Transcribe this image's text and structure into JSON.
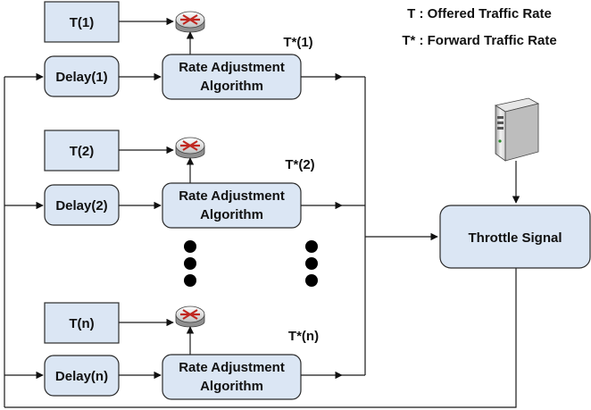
{
  "legend": {
    "offered": "T : Offered Traffic Rate",
    "forward": "T* : Forward Traffic Rate"
  },
  "rows": [
    {
      "traffic": "T(1)",
      "delay": "Delay(1)",
      "forward": "T*(1)"
    },
    {
      "traffic": "T(2)",
      "delay": "Delay(2)",
      "forward": "T*(2)"
    },
    {
      "traffic": "T(n)",
      "delay": "Delay(n)",
      "forward": "T*(n)"
    }
  ],
  "algorithm": {
    "line1": "Rate Adjustment",
    "line2": "Algorithm"
  },
  "throttle": "Throttle Signal",
  "icons": {
    "router": "router-icon",
    "server": "server-icon"
  }
}
